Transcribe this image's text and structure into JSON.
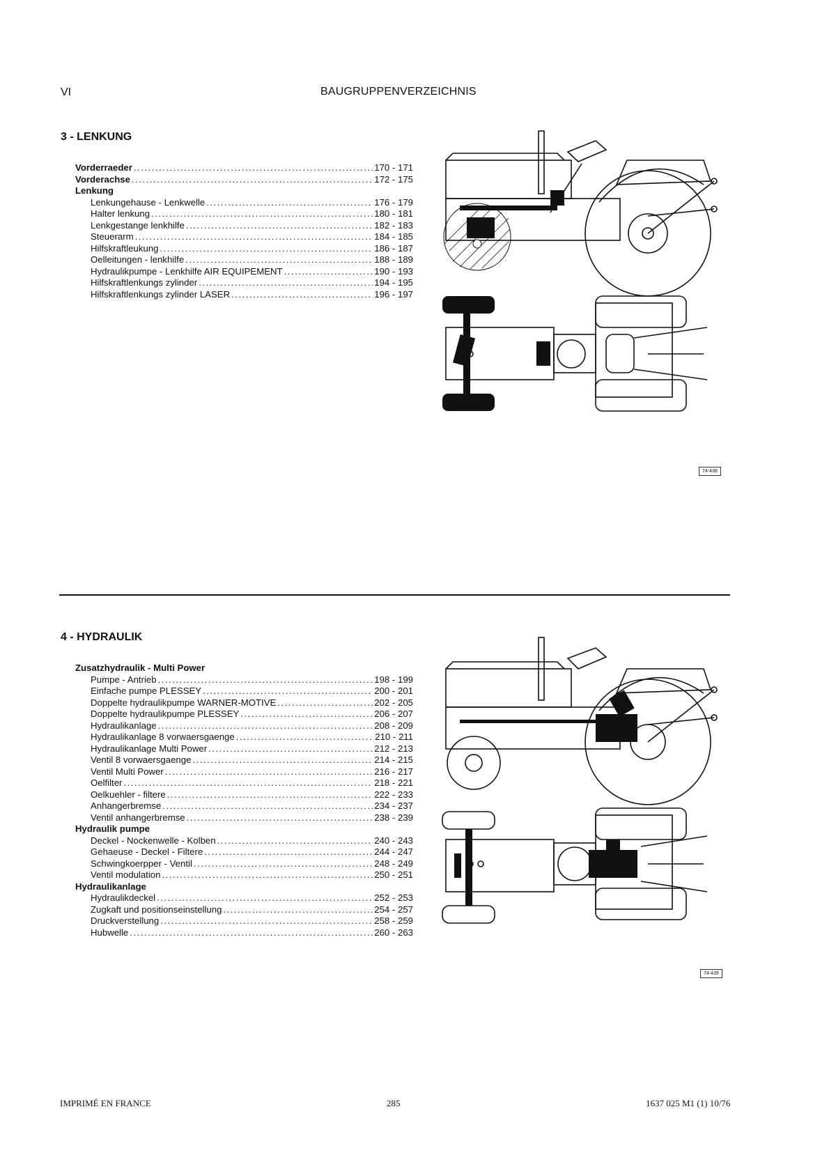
{
  "header": {
    "roman": "VI",
    "title": "BAUGRUPPENVERZEICHNIS"
  },
  "section3": {
    "title": "3 - LENKUNG",
    "entries": [
      {
        "label": "Vorderraeder",
        "pages": "170 - 171"
      },
      {
        "label": "Vorderachse",
        "pages": "172 - 175"
      },
      {
        "label": "Lenkung"
      },
      {
        "label": "Lenkungehause - Lenkwelle",
        "pages": "176 - 179"
      },
      {
        "label": "Halter lenkung",
        "pages": "180 - 181"
      },
      {
        "label": "Lenkgestange lenkhilfe",
        "pages": "182 - 183"
      },
      {
        "label": "Steuerarm",
        "pages": "184 - 185"
      },
      {
        "label": "Hilfskraftleukung",
        "pages": "186 - 187"
      },
      {
        "label": "Oelleitungen - lenkhilfe",
        "pages": "188 - 189"
      },
      {
        "label": "Hydraulikpumpe - Lenkhilfe AIR EQUIPEMENT",
        "pages": "190 - 193"
      },
      {
        "label": "Hilfskraftlenkungs zylinder",
        "pages": "194 - 195"
      },
      {
        "label": "Hilfskraftlenkungs zylinder LASER",
        "pages": "196 - 197"
      }
    ],
    "figure_code": "74-438"
  },
  "section4": {
    "title": "4 - HYDRAULIK",
    "entries": [
      {
        "label": "Zusatzhydraulik - Multi Power"
      },
      {
        "label": "Pumpe - Antrieb",
        "pages": "198 - 199"
      },
      {
        "label": "Einfache pumpe PLESSEY",
        "pages": "200 - 201"
      },
      {
        "label": "Doppelte hydraulikpumpe WARNER-MOTIVE",
        "pages": "202 - 205"
      },
      {
        "label": "Doppelte hydraulikpumpe PLESSEY",
        "pages": "206 - 207"
      },
      {
        "label": "Hydraulikanlage",
        "pages": "208 - 209"
      },
      {
        "label": "Hydraulikanlage 8 vorwaersgaenge",
        "pages": "210 - 211"
      },
      {
        "label": "Hydraulikanlage Multi Power",
        "pages": "212 - 213"
      },
      {
        "label": "Ventil 8 vorwaersgaenge",
        "pages": "214 - 215"
      },
      {
        "label": "Ventil Multi Power",
        "pages": "216 - 217"
      },
      {
        "label": "Oelfilter",
        "pages": "218 - 221"
      },
      {
        "label": "Oelkuehler - filtere",
        "pages": "222 - 233"
      },
      {
        "label": "Anhangerbremse",
        "pages": "234 - 237"
      },
      {
        "label": "Ventil anhangerbremse",
        "pages": "238 - 239"
      },
      {
        "label": "Hydraulik pumpe"
      },
      {
        "label": "Deckel - Nockenwelle - Kolben",
        "pages": "240 - 243"
      },
      {
        "label": "Gehaeuse - Deckel - Filtere",
        "pages": "244 - 247"
      },
      {
        "label": "Schwingkoerpper - Ventil",
        "pages": "248 - 249"
      },
      {
        "label": "Ventil modulation",
        "pages": "250 - 251"
      },
      {
        "label": "Hydraulikanlage"
      },
      {
        "label": "Hydraulikdeckel",
        "pages": "252 - 253"
      },
      {
        "label": "Zugkaft und positionseinstellung",
        "pages": "254 - 257"
      },
      {
        "label": "Druckverstellung",
        "pages": "258 - 259"
      },
      {
        "label": "Hubwelle",
        "pages": "260 - 263"
      }
    ],
    "figure_code": "74-439"
  },
  "footer": {
    "left": "IMPRIMÉ EN FRANCE",
    "page": "285",
    "right": "1637 025 M1 (1) 10/76"
  }
}
